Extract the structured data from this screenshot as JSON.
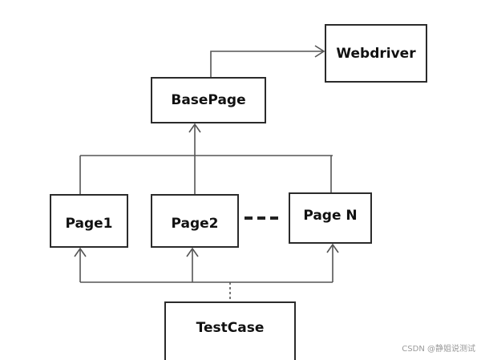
{
  "nodes": {
    "webdriver": "Webdriver",
    "basepage": "BasePage",
    "page1": "Page1",
    "page2": "Page2",
    "pagen": "Page N",
    "testcase": "TestCase"
  },
  "watermark": "CSDN @静姐说测试",
  "colors": {
    "line": "#555555",
    "box_border": "#2b2b2b"
  }
}
